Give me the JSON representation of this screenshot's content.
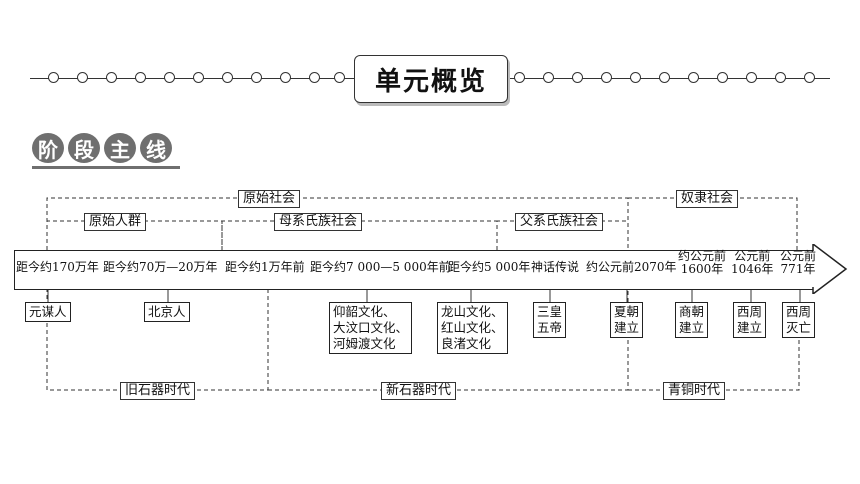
{
  "header": {
    "title": "单元概览"
  },
  "section_tag": {
    "chars": [
      "阶",
      "段",
      "主",
      "线"
    ]
  },
  "periods": {
    "primitive_society": "原始社会",
    "slave_society": "奴隶社会",
    "primitive_herd": "原始人群",
    "matrilineal": "母系氏族社会",
    "patrilineal": "父系氏族社会",
    "paleolithic": "旧石器时代",
    "neolithic": "新石器时代",
    "bronze_age": "青铜时代"
  },
  "timeline": {
    "t1": "距今约170万年",
    "t2": "距今约70万—20万年",
    "t3": "距今约1万年前",
    "t4": "距今约7 000—5 000年前",
    "t5": "距今约5 000年",
    "t6": "神话传说",
    "t7": "约公元前2070年",
    "t8a": "约公元前",
    "t8b": "1600年",
    "t9a": "公元前",
    "t9b": "1046年",
    "t10a": "公元前",
    "t10b": "771年"
  },
  "events": {
    "yuanmou": "元谋人",
    "beijing": "北京人",
    "c1": "仰韶文化、",
    "c2": "大汶口文化、",
    "c3": "河姆渡文化",
    "l1": "龙山文化、",
    "l2": "红山文化、",
    "l3": "良渚文化",
    "s1": "三皇",
    "s2": "五帝",
    "x1": "夏朝",
    "x2": "建立",
    "sh1": "商朝",
    "sh2": "建立",
    "xz1": "西周",
    "xz2": "建立",
    "xm1": "西周",
    "xm2": "灭亡"
  }
}
